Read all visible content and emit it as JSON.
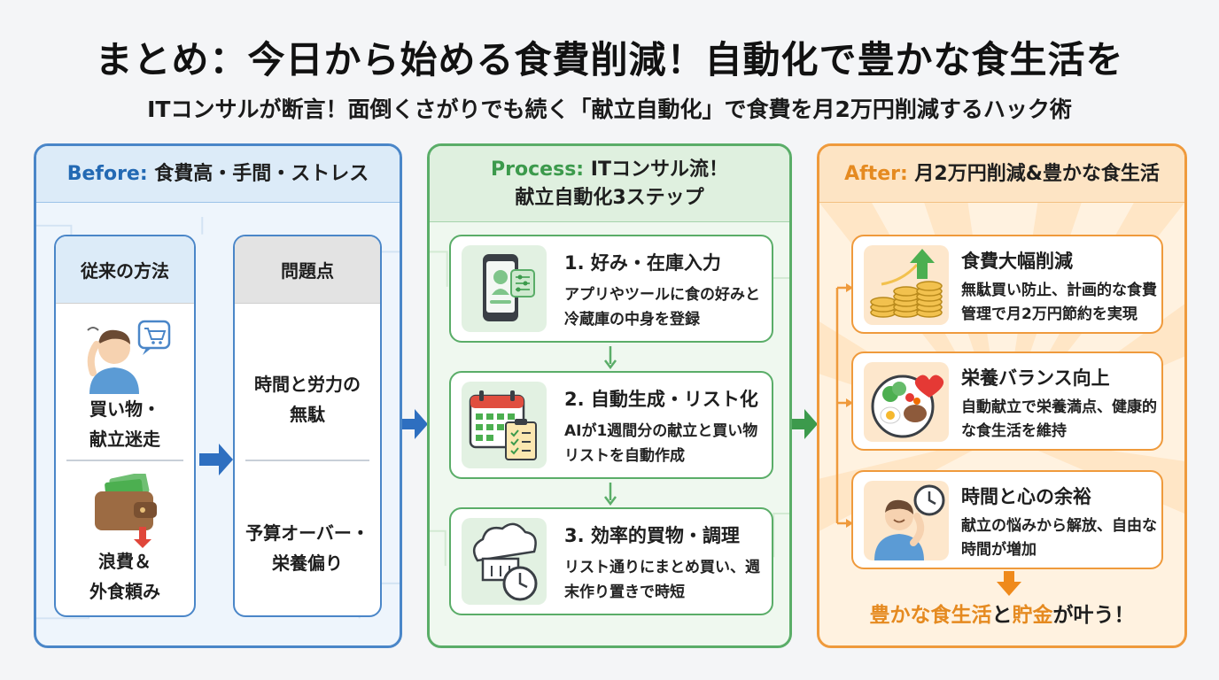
{
  "title": "まとめ：今日から始める食費削減！自動化で豊かな食生活を",
  "subtitle": "ITコンサルが断言！面倒くさがりでも続く「献立自動化」で食費を月2万円削減するハック術",
  "before": {
    "head_accent": "Before:",
    "head_text": " 食費高・手間・ストレス",
    "col1": {
      "header": "従来の方法",
      "item1": "買い物・\n献立迷走",
      "item2": "浪費＆\n外食頼み"
    },
    "col2": {
      "header": "問題点",
      "item1": "時間と労力の\n無駄",
      "item2": "予算オーバー・\n栄養偏り"
    }
  },
  "process": {
    "head_accent": "Process:",
    "head_text1": " ITコンサル流！",
    "head_text2": "献立自動化3ステップ",
    "steps": [
      {
        "title": "1. 好み・在庫入力",
        "desc": "アプリやツールに食の好みと冷蔵庫の中身を登録",
        "icon": "smartphone-icon"
      },
      {
        "title": "2. 自動生成・リスト化",
        "desc": "AIが1週間分の献立と買い物リストを自動作成",
        "icon": "calendar-checklist-icon"
      },
      {
        "title": "3. 効率的買物・調理",
        "desc": "リスト通りにまとめ買い、週末作り置きで時短",
        "icon": "chef-hat-clock-icon"
      }
    ]
  },
  "after": {
    "head_accent": "After:",
    "head_text": " 月2万円削減&豊かな食生活",
    "items": [
      {
        "title": "食費大幅削減",
        "desc": "無駄買い防止、計画的な食費管理で月2万円節約を実現",
        "icon": "coins-growth-icon"
      },
      {
        "title": "栄養バランス向上",
        "desc": "自動献立で栄養満点、健康的な食生活を維持",
        "icon": "healthy-plate-icon"
      },
      {
        "title": "時間と心の余裕",
        "desc": "献立の悩みから解放、自由な時間が増加",
        "icon": "relaxed-person-clock-icon"
      }
    ],
    "closing_a": "豊かな食生活",
    "closing_b": "と",
    "closing_c": "貯金",
    "closing_d": "が叶う！"
  },
  "colors": {
    "blue": "#4a86c8",
    "green": "#5aad68",
    "orange": "#ef9a3c"
  }
}
